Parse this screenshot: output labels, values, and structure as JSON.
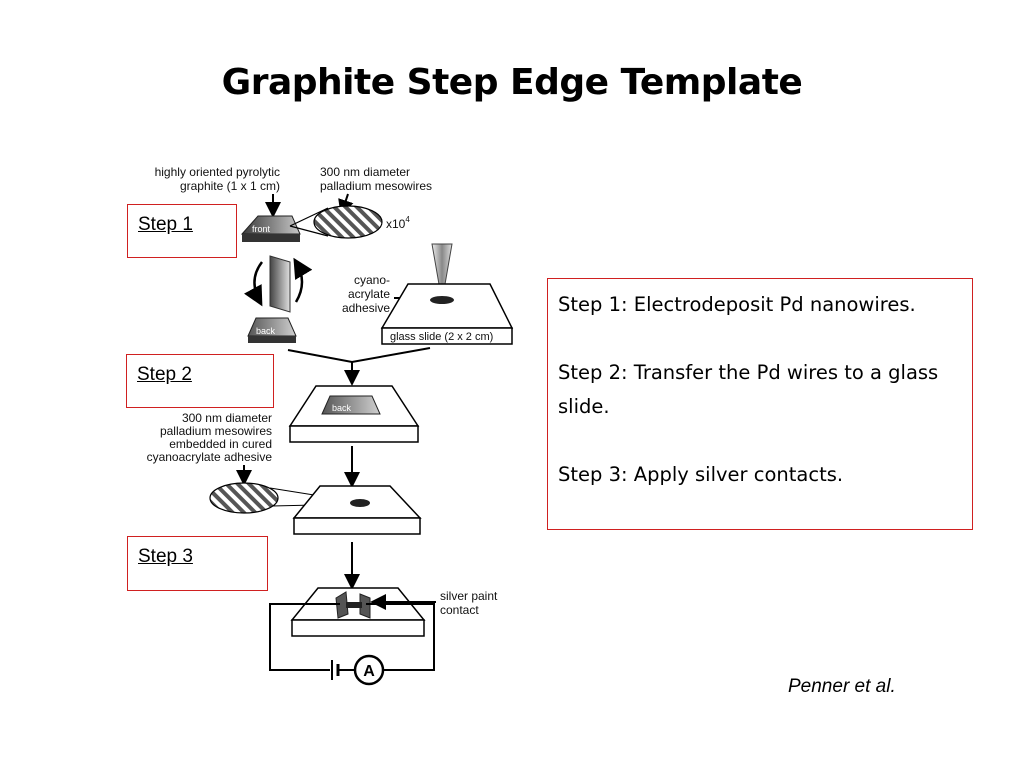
{
  "title": "Graphite Step Edge Template",
  "step_boxes": {
    "step1": "Step 1",
    "step2": "Step 2",
    "step3": "Step 3"
  },
  "description": {
    "step1": "Step 1: Electrodeposit Pd nanowires.",
    "step2": "Step 2: Transfer the Pd wires to a glass slide.",
    "step3": "Step 3: Apply silver contacts."
  },
  "diagram": {
    "hopg_label_line1": "highly oriented pyrolytic",
    "hopg_label_line2": "graphite (1 x 1 cm)",
    "mesowire_label_line1": "300 nm diameter",
    "mesowire_label_line2": "palladium mesowires",
    "magnification": "x10",
    "magnification_exp": "4",
    "front_label": "front",
    "back_label": "back",
    "back_label_2": "back",
    "adhesive_label_line1": "cyano-",
    "adhesive_label_line2": "acrylate",
    "adhesive_label_line3": "adhesive",
    "glass_slide_label": "glass slide (2 x 2 cm)",
    "embedded_label_line1": "300 nm diameter",
    "embedded_label_line2": "palladium mesowires",
    "embedded_label_line3": "embedded in cured",
    "embedded_label_line4": "cyanoacrylate adhesive",
    "silver_label_line1": "silver paint",
    "silver_label_line2": "contact",
    "ammeter_symbol": "A"
  },
  "citation": "Penner et al."
}
